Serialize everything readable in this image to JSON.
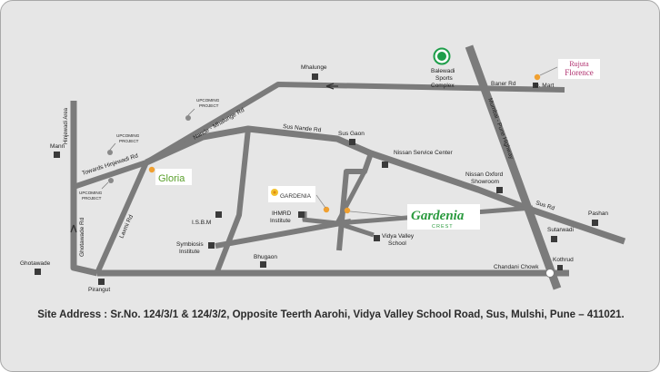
{
  "colors": {
    "background": "#e6e6e6",
    "road": "#7b7b7b",
    "marker": "#3a3a3a",
    "project_dot": "#f0a030",
    "upcoming_dot": "#8a8a8a",
    "green_marker": "#1e9e4a",
    "gardenia_green": "#2a9a3e",
    "rujuta_pink": "#b0306e"
  },
  "roads": {
    "hinjewadi_area": "Hinjewadi Area",
    "towards_hinjewadi": "Towards Hinjewadi Rd",
    "nande_mhalunge": "Nande - Mhalunge Rd",
    "sus_nande": "Sus Nande Rd",
    "baner": "Baner Rd",
    "mumbai_pune_highway": "Mumbai - Pune Highway",
    "sus_rd": "Sus Rd",
    "laxmi": "Laxmi Rd",
    "ghotawade": "Ghotawade Rd"
  },
  "places": {
    "mhalunge": "Mhalunge",
    "balewadi": [
      "Balewadi",
      "Sports",
      "Complex"
    ],
    "dmart": "D. Mart",
    "sus_gaon": "Sus Gaon",
    "nissan_service": "Nissan Service Center",
    "nissan_oxford": [
      "Nissan Oxford",
      "Showroom"
    ],
    "pashan": "Pashan",
    "sutarwadi": "Sutarwadi",
    "kothrud": "Kothrud",
    "chandani_chowk": "Chandani Chowk",
    "vidya_valley": [
      "Vidya Valley",
      "School"
    ],
    "ihmrd": [
      "IHMRD",
      "Institute"
    ],
    "isbm": "I.S.B.M",
    "symbiosis": [
      "Symbiosis",
      "Institute"
    ],
    "bhugaon": "Bhugaon",
    "pirangut": "Pirangut",
    "ghotawade": "Ghotawade",
    "mann": "Mann"
  },
  "upcoming": [
    "UPCOMING",
    "PROJECT"
  ],
  "projects": {
    "gloria": "Gloria",
    "gardenia_small": "GARDENIA",
    "gardenia_crest_main": "Gardenia",
    "gardenia_crest_sub": "CREST",
    "rujuta_top": "Rujuta",
    "rujuta_bottom": "Florence"
  },
  "address": "Site Address : Sr.No. 124/3/1 & 124/3/2, Opposite Teerth Aarohi, Vidya Valley School Road, Sus, Mulshi, Pune – 411021."
}
